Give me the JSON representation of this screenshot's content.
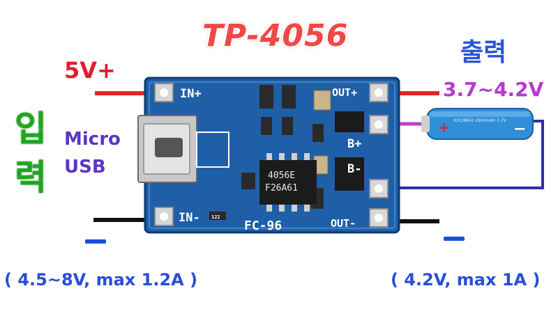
{
  "title": "TP-4056",
  "input_voltage_label": "5V+",
  "output_label_kr": "출력",
  "output_range_label": "3.7~4.2V",
  "connector_label_line1": "Micro",
  "connector_label_line2": "USB",
  "input_label_kr_1": "입",
  "input_label_kr_2": "력",
  "input_spec": "( 4.5~8V, max 1.2A )",
  "output_spec": "( 4.2V, max 1A )",
  "board": {
    "in_plus": "IN+",
    "in_minus": "IN-",
    "out_plus": "OUT+",
    "out_minus": "OUT-",
    "b_plus": "B+",
    "b_minus": "B-",
    "model": "FC-96",
    "chip_line1": "4056E",
    "chip_line2": "F26A61",
    "resistor_code": "122"
  },
  "battery": {
    "plus": "+",
    "minus": "−",
    "text": "ICR18650 2600mAh 3.7V"
  },
  "colors": {
    "pcb": "#1f5fa8",
    "positive_wire": "#e0262a",
    "negative_wire": "#111111",
    "battery_wire_plus": "#c040c8",
    "battery_wire_minus": "#3030a0"
  }
}
